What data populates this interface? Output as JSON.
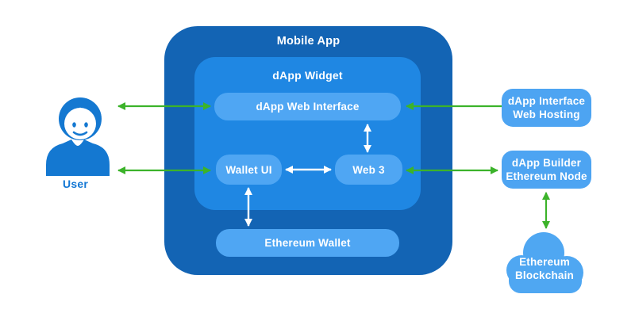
{
  "diagram": {
    "nodes": {
      "mobile_app": "Mobile App",
      "dapp_widget": "dApp Widget",
      "dapp_web_interface": "dApp Web Interface",
      "wallet_ui": "Wallet UI",
      "web3": "Web 3",
      "ethereum_wallet": "Ethereum Wallet",
      "user": "User",
      "web_hosting": "dApp Interface\nWeb Hosting",
      "ethereum_node": "dApp Builder\nEthereum Node",
      "blockchain": "Ethereum\nBlockchain"
    },
    "connections": [
      {
        "from": "User",
        "to": "dApp Web Interface",
        "color": "green",
        "bidirectional": true
      },
      {
        "from": "User",
        "to": "Wallet UI",
        "color": "green",
        "bidirectional": true
      },
      {
        "from": "dApp Interface Web Hosting",
        "to": "dApp Web Interface",
        "color": "green",
        "bidirectional": false
      },
      {
        "from": "Web 3",
        "to": "dApp Builder Ethereum Node",
        "color": "green",
        "bidirectional": true
      },
      {
        "from": "dApp Builder Ethereum Node",
        "to": "Ethereum Blockchain",
        "color": "green",
        "bidirectional": true
      },
      {
        "from": "dApp Web Interface",
        "to": "Web 3",
        "color": "white",
        "bidirectional": true
      },
      {
        "from": "Wallet UI",
        "to": "Web 3",
        "color": "white",
        "bidirectional": true
      },
      {
        "from": "Wallet UI",
        "to": "Ethereum Wallet",
        "color": "white",
        "bidirectional": true
      }
    ],
    "colors": {
      "mobile_app_bg": "#1364B4",
      "widget_bg": "#1F87E3",
      "inner_box_bg": "#4FA6F3",
      "side_box_bg": "#4DA4F2",
      "cloud_bg": "#4FA7F2",
      "arrow_green": "#3CB32A",
      "arrow_white": "#FFFFFF",
      "user_icon_blue": "#1478D1",
      "user_label_blue": "#1377D4"
    }
  }
}
